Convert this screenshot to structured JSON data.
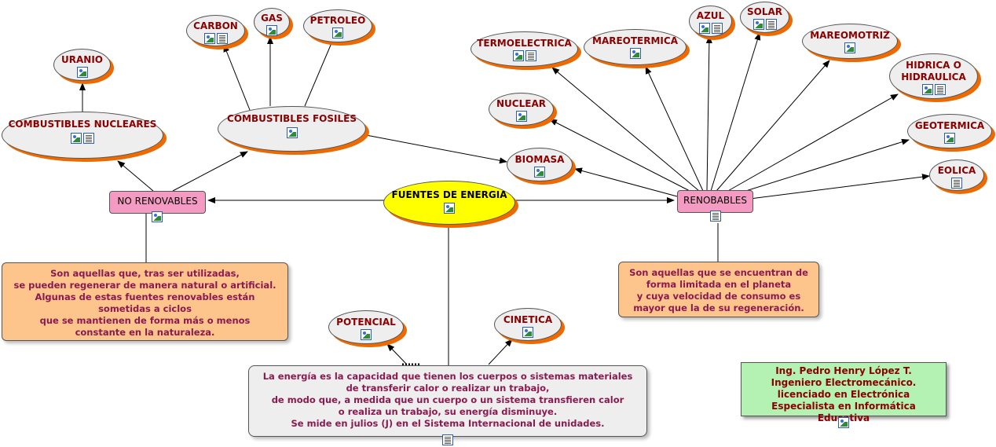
{
  "nodes": {
    "fuentes": {
      "label": "FUENTES DE ENERGIA"
    },
    "no_renovables": {
      "label": "NO RENOVABLES"
    },
    "renobables": {
      "label": "RENOBABLES"
    },
    "combustibles_nucleares": {
      "label": "COMBUSTIBLES NUCLEARES"
    },
    "combustibles_fosiles": {
      "label": "COMBUSTIBLES FOSILES"
    },
    "uranio": {
      "label": "URANIO"
    },
    "carbon": {
      "label": "CARBON"
    },
    "gas": {
      "label": "GAS"
    },
    "petroleo": {
      "label": "PETROLEO"
    },
    "biomasa": {
      "label": "BIOMASA"
    },
    "nuclear": {
      "label": "NUCLEAR"
    },
    "termoelectrica": {
      "label": "TERMOELECTRICA"
    },
    "mareotermica": {
      "label": "MAREOTERMICA"
    },
    "azul": {
      "label": "AZUL"
    },
    "solar": {
      "label": "SOLAR"
    },
    "mareomotriz": {
      "label": "MAREOMOTRIZ"
    },
    "hidrica": {
      "label_line1": "HIDRICA O",
      "label_line2": "HIDRAULICA"
    },
    "geotermica": {
      "label": "GEOTERMICA"
    },
    "eolica": {
      "label": "EOLICA"
    },
    "potencial": {
      "label": "POTENCIAL"
    },
    "cinetica": {
      "label": "CINETICA"
    }
  },
  "texts": {
    "no_renovables_desc": [
      "Son aquellas que, tras ser utilizadas,",
      "se pueden regenerar de manera natural o artificial.",
      "Algunas de estas fuentes renovables están",
      "sometidas a ciclos",
      "que se mantienen de forma más o menos",
      "constante en la naturaleza."
    ],
    "renobables_desc": [
      "Son aquellas que se encuentran de",
      "forma limitada en el planeta",
      "y cuya velocidad de consumo es",
      "mayor que la de su regeneración."
    ],
    "energia_desc": [
      "La energía es la capacidad que tienen los cuerpos o sistemas materiales",
      "de transferir calor o realizar un trabajo,",
      "de modo que, a medida que un cuerpo o un sistema transfieren calor",
      "o realiza un trabajo, su energía disminuye.",
      "Se mide en julios (J) en el Sistema Internacional de unidades."
    ],
    "author": [
      "Ing. Pedro Henry López T.",
      "Ingeniero Electromecánico.",
      "licenciado en Electrónica",
      "Especialista en Informática Educativa"
    ]
  },
  "colors": {
    "ellipse_fill": "#eeeeee",
    "ellipse_shadow": "#ee6a00",
    "label_text": "#8b0000",
    "pink": "#f59bc3",
    "orange_box": "#fdc48b",
    "green_box": "#b3f2b3",
    "center": "#ffff00"
  }
}
